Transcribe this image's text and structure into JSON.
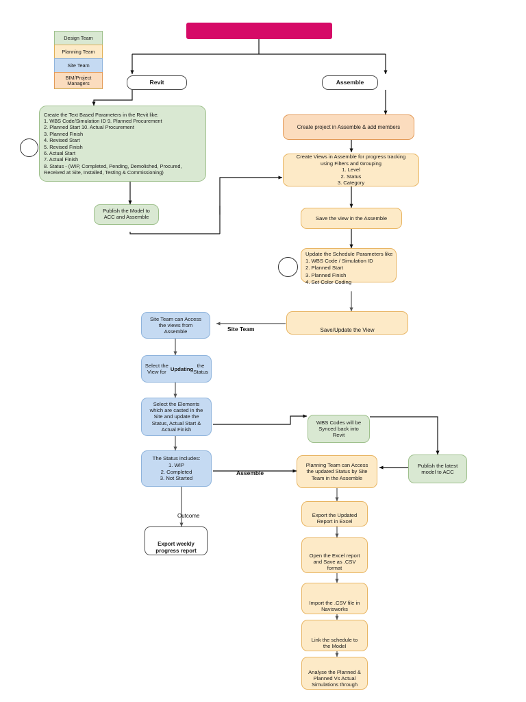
{
  "diagram": {
    "title_banner": {
      "label": "",
      "color": "#d60a67"
    }
  },
  "legend": {
    "name": "team-legend",
    "items": [
      {
        "label": "Design Team",
        "color": "#d9e8d2"
      },
      {
        "label": "Planning Team",
        "color": "#fdeac7"
      },
      {
        "label": "Site Team",
        "color": "#c5daf2"
      },
      {
        "label": "BIM/Project\nManagers",
        "color": "#fbdcbe"
      }
    ]
  },
  "nodes": {
    "revit": "Revit",
    "assemble": "Assemble",
    "revit_params": "Create the Text Based Parameters in the Revit like:\n1. WBS Code/Simulation ID  9. Planned Procurement\n2. Planned Start                10. Actual Procurement\n3. Planned Finish\n4. Revised Start\n5. Revised Finish\n6. Actual Start\n7. Actual Finish\n8. Status - (WIP, Completed, Pending, Demolished, Procured,  Received at Site, Installed, Testing & Commissioning)",
    "publish_model": "Publish the Model to\nACC and Assemble",
    "create_project": "Create project in Assemble & add members",
    "create_views": "Create Views  in Assemble for progress tracking\nusing Filters and Grouping\n1. Level\n2. Status\n3. Category",
    "save_view": "Save the view in the Assemble",
    "update_schedule": "Update the Schedule Parameters like\n1. WBS Code / Simulation ID\n2. Planned Start\n3. Planned Finish\n4. Set Color Coding",
    "save_update_view": "Save/Update the View",
    "site_access": "Site Team can Access\nthe views from\nAssemble",
    "select_view": "Select the View for",
    "select_view_bold": "Updating",
    "select_view_tail": " the Status",
    "select_elements": "Select the Elements\nwhich are casted in the\nSite and update the\nStatus, Actual Start &\nActual Finish",
    "status_includes": "The Status includes:\n1. WIP\n2. Completed\n3. Not Started",
    "export_weekly": "Export weekly\nprogress report",
    "wbs_synced": "WBS Codes will be\nSynced back into\nRevit",
    "publish_latest": "Publish the latest\nmodel to ACC",
    "planning_access": "Planning Team can Access\nthe updated Status by Site\nTeam in the Assemble",
    "export_excel": "Export the Updated\nReport in Excel",
    "open_excel": "Open the Excel report\nand Save as .CSV\nformat",
    "import_csv": "Import the .CSV file in\nNavisworks",
    "link_schedule": "Link the schedule to\nthe Model",
    "analyse": "Analyse the Planned &\nPlanned Vs Actual\nSimulations through"
  },
  "edge_labels": {
    "site_team": "Site Team",
    "assemble": "Assemble",
    "outcome": "Outcome"
  }
}
